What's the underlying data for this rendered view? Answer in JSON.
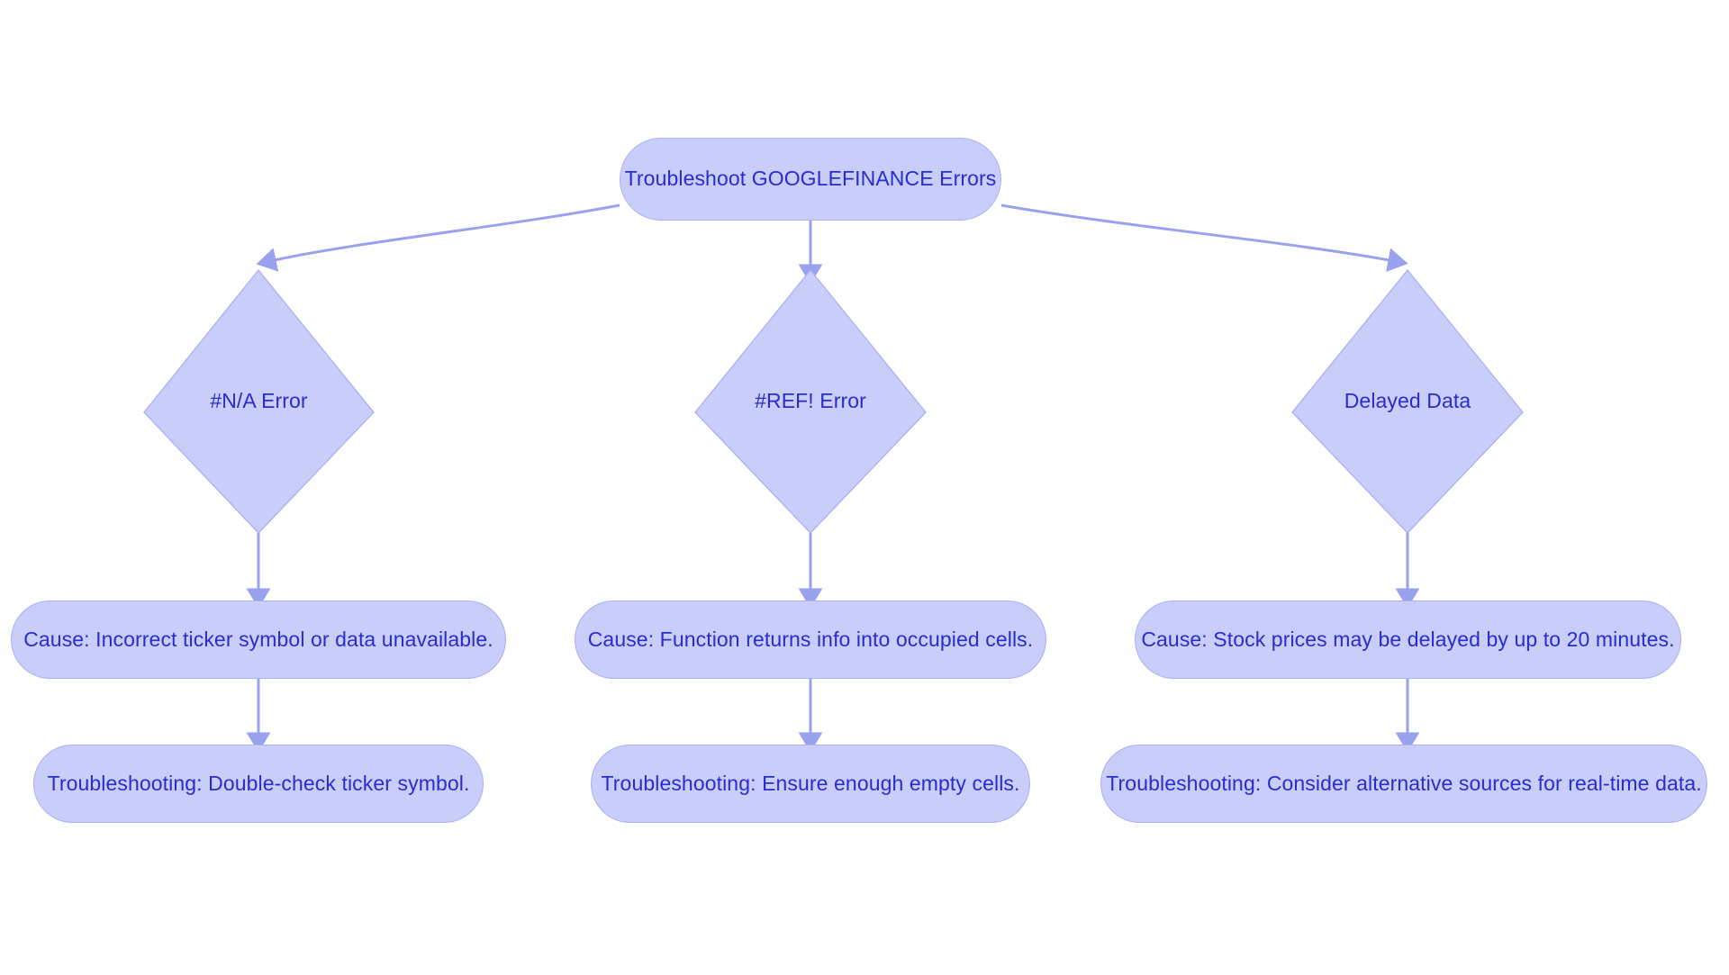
{
  "diagram": {
    "type": "flowchart",
    "direction": "top-down",
    "title": "Troubleshoot GOOGLEFINANCE Errors",
    "theme": {
      "background": "#ffffff",
      "node_fill": "#c8cdfa",
      "node_border": "#aab1f4",
      "node_text": "#2a2ccc",
      "edge_stroke": "#9aa2f0"
    },
    "root": {
      "id": "root",
      "label": "Troubleshoot GOOGLEFINANCE Errors",
      "shape": "stadium"
    },
    "branches": [
      {
        "id": "branch-na",
        "decision": {
          "label": "#N/A Error",
          "shape": "diamond"
        },
        "cause": {
          "label": "Cause: Incorrect ticker symbol or data unavailable.",
          "shape": "stadium"
        },
        "fix": {
          "label": "Troubleshooting: Double-check ticker symbol.",
          "shape": "stadium"
        }
      },
      {
        "id": "branch-ref",
        "decision": {
          "label": "#REF! Error",
          "shape": "diamond"
        },
        "cause": {
          "label": "Cause: Function returns info into occupied cells.",
          "shape": "stadium"
        },
        "fix": {
          "label": "Troubleshooting: Ensure enough empty cells.",
          "shape": "stadium"
        }
      },
      {
        "id": "branch-delay",
        "decision": {
          "label": "Delayed Data",
          "shape": "diamond"
        },
        "cause": {
          "label": "Cause: Stock prices may be delayed by up to 20 minutes.",
          "shape": "stadium"
        },
        "fix": {
          "label": "Troubleshooting: Consider alternative sources for real-time data.",
          "shape": "stadium"
        }
      }
    ]
  }
}
